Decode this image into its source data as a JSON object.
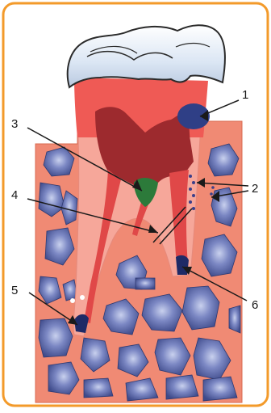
{
  "figure": {
    "frame_color": "#f39a2a",
    "bone_color": "#f08a74",
    "cell_color": "#4d5a9a",
    "enamel_color": "#dbe6f4",
    "crown_color": "#ef5a55",
    "pulp_color": "#9d2a2e",
    "root_color": "#e04848",
    "lesion_color": "#2c7a3a"
  },
  "labels": [
    {
      "id": "1",
      "text": "1"
    },
    {
      "id": "2",
      "text": "2"
    },
    {
      "id": "3",
      "text": "3"
    },
    {
      "id": "4",
      "text": "4"
    },
    {
      "id": "5",
      "text": "5"
    },
    {
      "id": "6",
      "text": "6"
    }
  ]
}
